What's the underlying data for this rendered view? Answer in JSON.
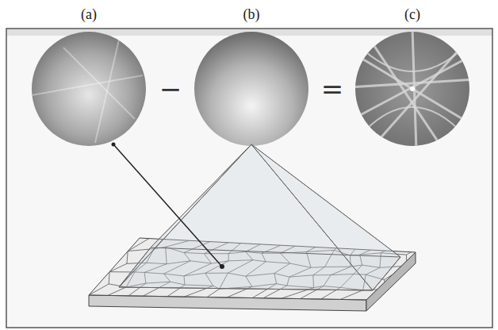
{
  "diagram": {
    "labels": [
      "(a)",
      "(b)",
      "(c)",
      "−",
      "="
    ]
  }
}
